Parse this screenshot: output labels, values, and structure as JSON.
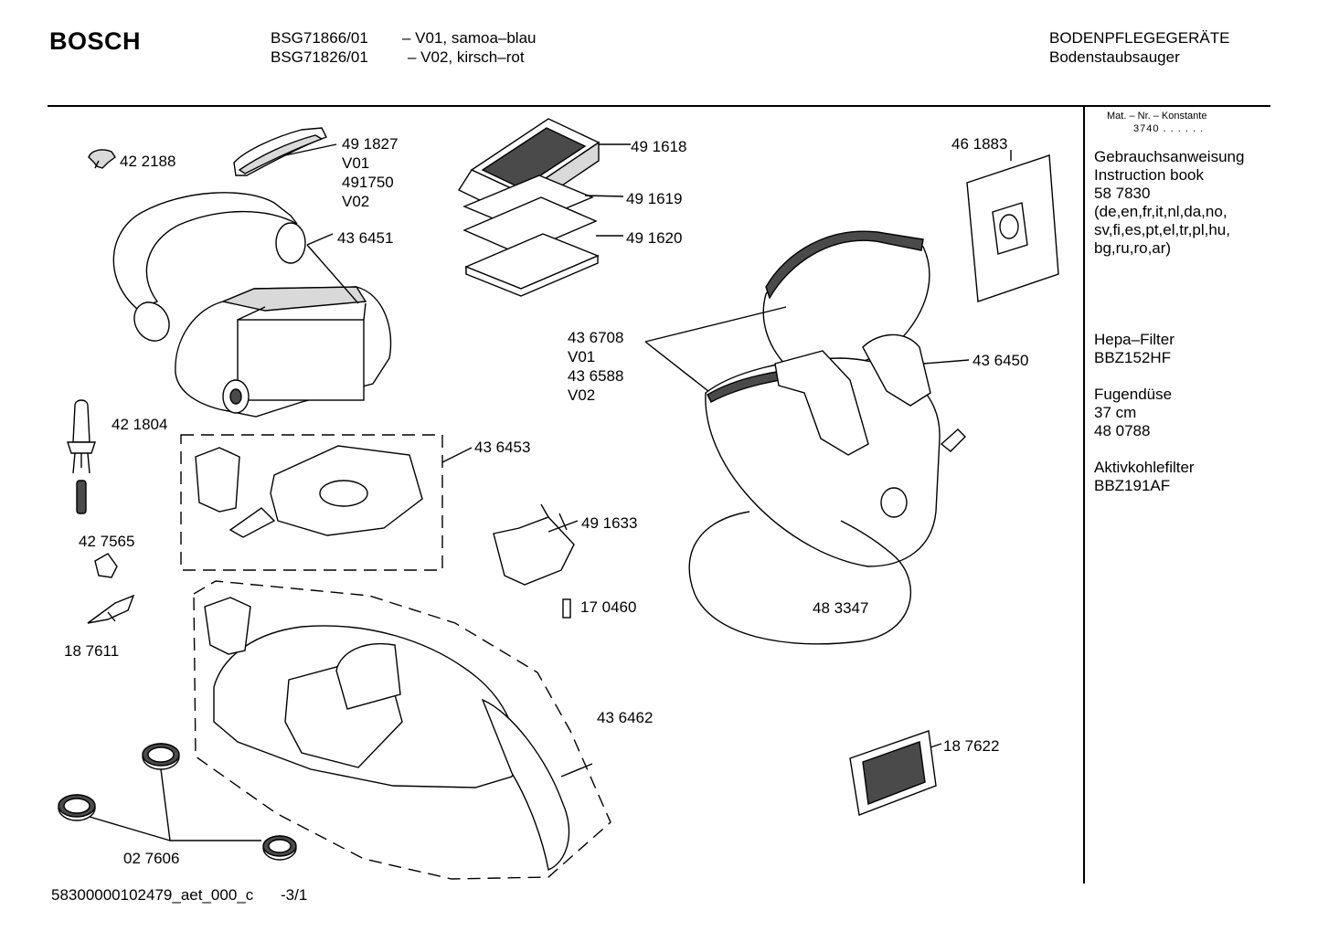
{
  "header": {
    "brand": "BOSCH",
    "models": [
      {
        "number": "BSG71866/01",
        "variant": "– V01, samoa–blau"
      },
      {
        "number": "BSG71826/01",
        "variant": "– V02, kirsch–rot"
      }
    ],
    "category": "BODENPFLEGEGERÄTE",
    "subcategory": "Bodenstaubsauger"
  },
  "sidebar": {
    "mat_label": "Mat. – Nr. – Konstante",
    "mat_value": "3740 . . . . . .",
    "lines": [
      "Gebrauchsanweisung",
      "Instruction book",
      "58 7830",
      "(de,en,fr,it,nl,da,no,",
      "sv,fi,es,pt,el,tr,pl,hu,",
      "bg,ru,ro,ar)",
      "",
      "",
      "",
      "",
      "Hepa–Filter",
      "BBZ152HF",
      "",
      "Fugendüse",
      "37 cm",
      "48 0788",
      "",
      "Aktivkohlefilter",
      "BBZ191AF"
    ]
  },
  "parts": {
    "p422188": "42 2188",
    "p491827": [
      "49 1827",
      "V01",
      "491750",
      "V02"
    ],
    "p491618": "49 1618",
    "p491619": "49 1619",
    "p491620": "49 1620",
    "p436451": "43 6451",
    "p461883": "46 1883",
    "p436708": [
      "43 6708",
      "V01",
      "43 6588",
      "V02"
    ],
    "p436450": "43 6450",
    "p421804": "42 1804",
    "p436453": "43 6453",
    "p491633": "49 1633",
    "p427565": "42 7565",
    "p170460": "17 0460",
    "p483347": "48 3347",
    "p187611": "18 7611",
    "p436462": "43 6462",
    "p187622": "18 7622",
    "p027606": "02 7606"
  },
  "footer": {
    "doc_id": "58300000102479_aet_000_c",
    "page": "-3/1"
  }
}
